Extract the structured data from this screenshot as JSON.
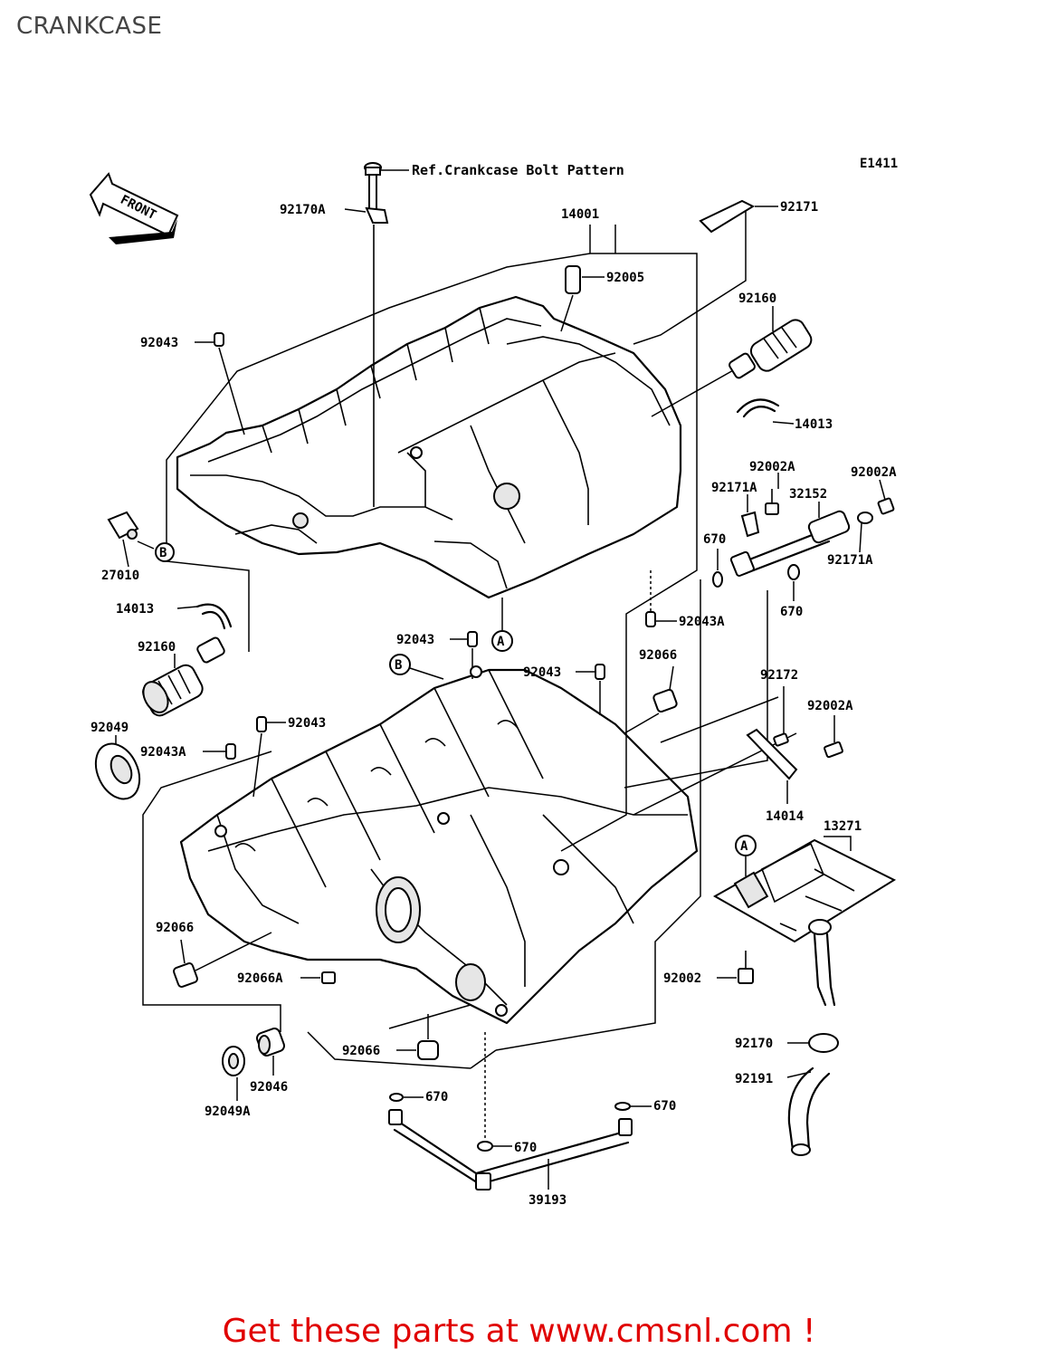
{
  "page": {
    "title": "CRANKCASE",
    "footer": "Get these parts at www.cmsnl.com !",
    "colors": {
      "footer": "#e00000",
      "title": "#444444",
      "lines": "#000000"
    }
  },
  "diagram": {
    "code": "E1411",
    "front_label": "FRONT",
    "ref_note": "Ref.Crankcase Bolt Pattern",
    "callout_markers": [
      "A",
      "B"
    ],
    "parts": {
      "p14001": "14001",
      "p92171": "92171",
      "p92170A": "92170A",
      "p92005": "92005",
      "p92160_upper": "92160",
      "p92043_upper": "92043",
      "p14013_right": "14013",
      "p92002A_a": "92002A",
      "p92002A_b": "92002A",
      "p92171A_a": "92171A",
      "p32152": "32152",
      "p670_a": "670",
      "p92171A_b": "92171A",
      "p670_b": "670",
      "p27010": "27010",
      "p14013_left": "14013",
      "p92043A_right": "92043A",
      "p92043_mid": "92043",
      "p92160_lower": "92160",
      "p92066_right": "92066",
      "p92043_mid2": "92043",
      "p92049": "92049",
      "p92043_left": "92043",
      "p92043A_left": "92043A",
      "p92172": "92172",
      "p92002A_c": "92002A",
      "p14014": "14014",
      "p13271": "13271",
      "p92066_left": "92066",
      "p92066A": "92066A",
      "p92002": "92002",
      "p92170": "92170",
      "p92066_bottom": "92066",
      "p92191": "92191",
      "p92046": "92046",
      "p92049A": "92049A",
      "p670_c": "670",
      "p670_d": "670",
      "p670_e": "670",
      "p39193": "39193"
    }
  }
}
